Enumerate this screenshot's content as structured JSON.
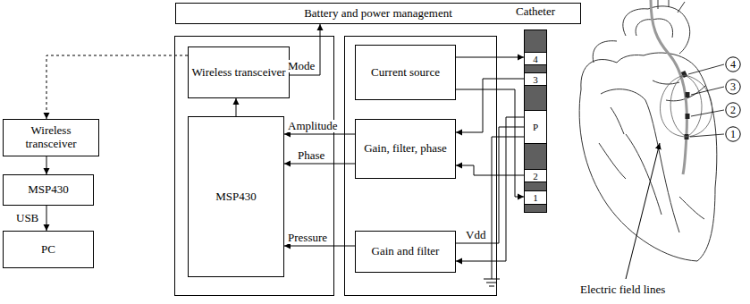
{
  "diagram": {
    "nodes": [
      {
        "text": [
          "Battery and power management"
        ]
      },
      {
        "text": [
          "Wireless transceiver"
        ]
      },
      {
        "text": [
          "MSP430"
        ]
      },
      {
        "text": [
          "PC"
        ]
      },
      {
        "text": [
          "Wireless transceiver"
        ]
      },
      {
        "text": [
          "MSP430"
        ]
      },
      {
        "text": [
          "Current source"
        ]
      },
      {
        "text": [
          "Gain, filter, phase"
        ]
      },
      {
        "text": [
          "Gain and filter"
        ]
      },
      {
        "text": [
          "Catheter",
          "4",
          "3",
          "P",
          "2",
          "1"
        ]
      },
      {
        "text": [
          "4"
        ]
      },
      {
        "text": [
          "3"
        ]
      },
      {
        "text": [
          "2"
        ]
      },
      {
        "text": [
          "1"
        ]
      }
    ],
    "edges": [
      {
        "from": 4,
        "to": 1,
        "arrow": "to"
      },
      {
        "from": 1,
        "to": 2,
        "arrow": "to"
      },
      {
        "from": 2,
        "to": 3,
        "label": "USB",
        "arrow": "to"
      },
      {
        "from": 5,
        "to": 4,
        "arrow": "to"
      },
      {
        "from": 4,
        "to": 0,
        "label": "Mode",
        "arrow": "to"
      },
      {
        "from": 7,
        "to": 5,
        "label": "Amplitude",
        "arrow": "to"
      },
      {
        "from": 7,
        "to": 5,
        "label": "Phase",
        "arrow": "to"
      },
      {
        "from": 8,
        "to": 5,
        "label": "Pressure",
        "arrow": "to"
      },
      {
        "from": 6,
        "to": 9,
        "arrow": "to"
      },
      {
        "from": 6,
        "to": 9,
        "arrow": "to"
      },
      {
        "from": 9,
        "to": 7,
        "arrow": "to"
      },
      {
        "from": 9,
        "to": 7,
        "arrow": "to"
      },
      {
        "from": 9,
        "to": 8,
        "arrow": "to"
      },
      {
        "from": 8,
        "to": 9,
        "label": "Vdd",
        "arrow": "none"
      }
    ],
    "labels": [
      "Electric field lines"
    ]
  }
}
